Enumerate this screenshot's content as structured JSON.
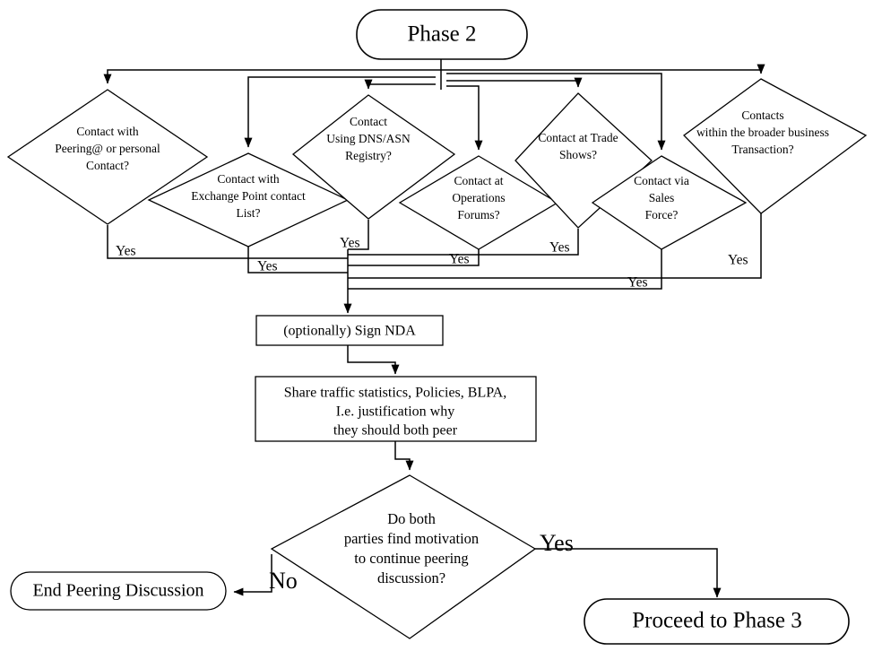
{
  "diagram": {
    "title": "Phase 2 Peering Contact Flowchart",
    "start": {
      "label": "Phase 2"
    },
    "decisions": [
      {
        "id": "d1",
        "lines": [
          "Contact with",
          "Peering@ or personal",
          "Contact?"
        ],
        "yes_label": "Yes"
      },
      {
        "id": "d2",
        "lines": [
          "Contact with",
          "Exchange Point contact",
          "List?"
        ],
        "yes_label": "Yes"
      },
      {
        "id": "d3",
        "lines": [
          "Contact",
          "Using DNS/ASN",
          "Registry?"
        ],
        "yes_label": "Yes"
      },
      {
        "id": "d4",
        "lines": [
          "Contact at",
          "Operations",
          "Forums?"
        ],
        "yes_label": "Yes"
      },
      {
        "id": "d5",
        "lines": [
          "Contact at Trade",
          "Shows?"
        ],
        "yes_label": "Yes"
      },
      {
        "id": "d6",
        "lines": [
          "Contact via",
          "Sales",
          "Force?"
        ],
        "yes_label": "Yes"
      },
      {
        "id": "d7",
        "lines": [
          "Contacts",
          "within the broader business",
          "Transaction?"
        ],
        "yes_label": "Yes"
      }
    ],
    "process_nda": {
      "lines": [
        "(optionally) Sign NDA"
      ]
    },
    "process_share": {
      "lines": [
        "Share traffic statistics, Policies, BLPA,",
        "I.e. justification why",
        "they should both peer"
      ]
    },
    "final_decision": {
      "lines": [
        "Do both",
        "parties find motivation",
        "to continue peering",
        "discussion?"
      ],
      "yes_label": "Yes",
      "no_label": "No"
    },
    "end_terminal": {
      "label": "End Peering Discussion"
    },
    "proceed_terminal": {
      "label": "Proceed to Phase 3"
    },
    "colors": {
      "stroke": "#000000",
      "fill": "#ffffff",
      "text": "#000000"
    }
  }
}
